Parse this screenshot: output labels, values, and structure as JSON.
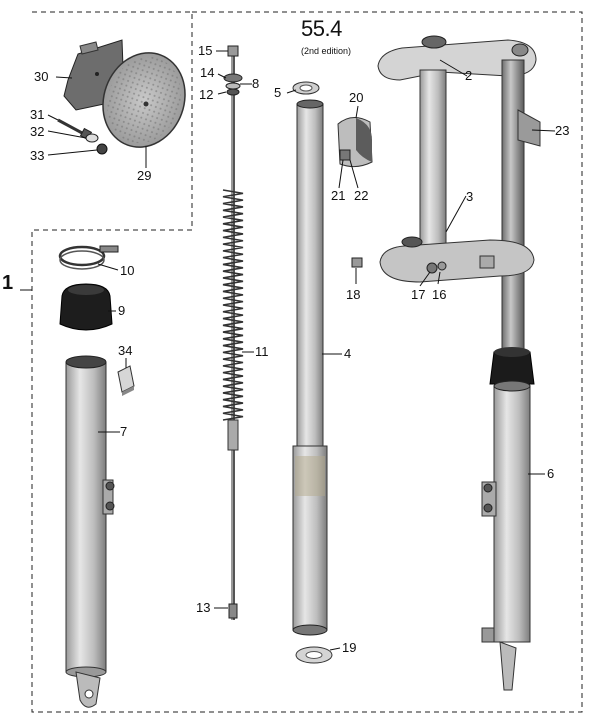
{
  "figure": {
    "title": "55.4",
    "subtitle": "(2nd edition)",
    "group_label": "1"
  },
  "callouts": {
    "c1": "2",
    "c2": "3",
    "c3": "4",
    "c4": "5",
    "c5": "6",
    "c6": "7",
    "c7": "8",
    "c8": "9",
    "c9": "10",
    "c10": "11",
    "c11": "12",
    "c12": "13",
    "c13": "14",
    "c14": "15",
    "c15": "16",
    "c16": "17",
    "c17": "18",
    "c18": "19",
    "c19": "20",
    "c20": "21",
    "c21": "22",
    "c22": "23",
    "c23": "29",
    "c24": "30",
    "c25": "31",
    "c26": "32",
    "c27": "33",
    "c28": "34"
  }
}
